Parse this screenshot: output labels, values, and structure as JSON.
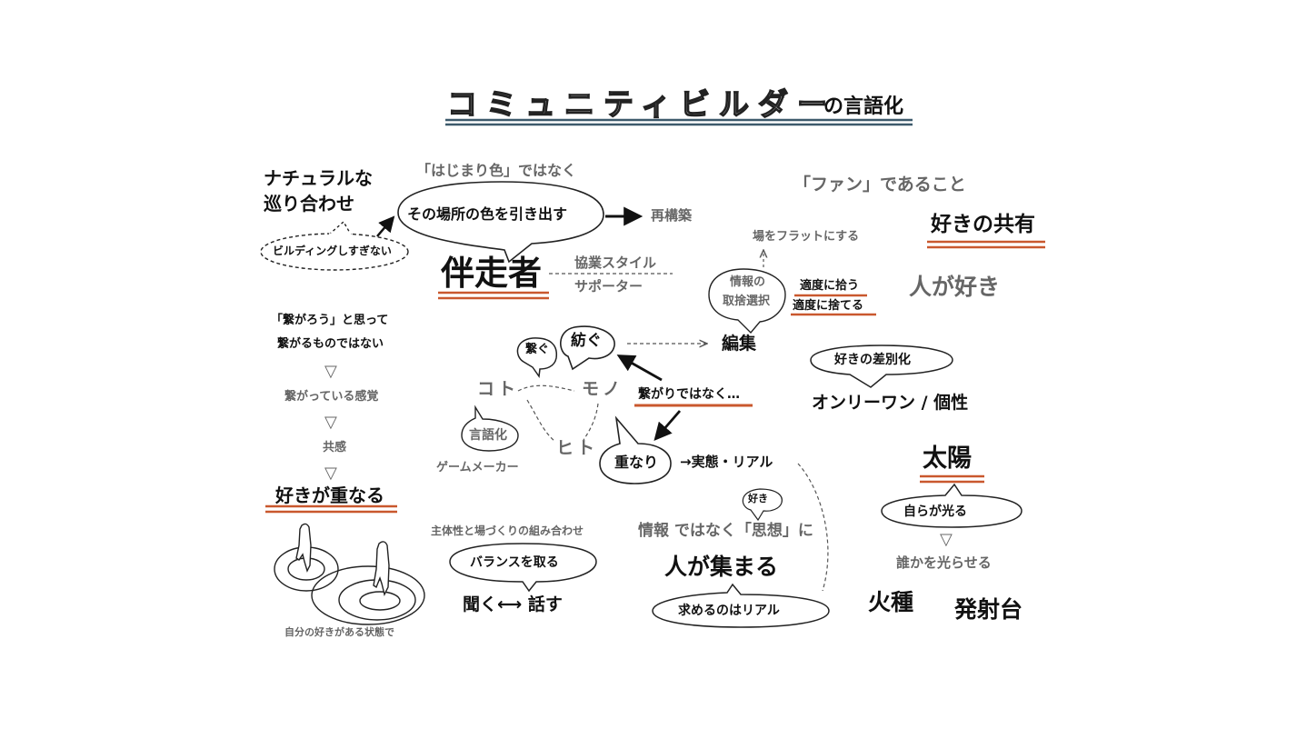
{
  "title": {
    "main": "コミュニティビルダー",
    "suffix": "の言語化"
  },
  "colors": {
    "accent_orange": "#c9582e",
    "title_underline": "#3d5a6c",
    "text_dark": "#111111",
    "text_gray": "#666666"
  },
  "left": {
    "natural1": "ナチュラルな",
    "natural2": "巡り合わせ",
    "building": "ビルディングしすぎない",
    "tsunagaro1": "「繋がろう」と思って",
    "tsunagaro2": "繋がるものではない",
    "tri1": "▽",
    "kankaku": "繋がっている感覚",
    "tri2": "▽",
    "kyoukan": "共感",
    "tri3": "▽",
    "suki_kasanaru": "好きが重なる",
    "jibun": "自分の好きがある状態で"
  },
  "center": {
    "hajimari": "「はじまり色」ではなく",
    "basho": "その場所の色を引き出す",
    "saikouchiku": "再構築",
    "bansousha": "伴走者",
    "kyougyou": "協業スタイル",
    "supporter": "サポーター",
    "tsunagu_small": "繋ぐ",
    "tsumugu": "紡ぐ",
    "henshu": "編集",
    "koto": "コト",
    "mono": "モノ",
    "hito": "ヒト",
    "gengoka": "言語化",
    "game": "ゲームメーカー",
    "tsunagari": "繋がりではなく…",
    "kasanari": "重なり",
    "jittai": "→実態・リアル",
    "shutaisei": "主体性と場づくりの組み合わせ",
    "balance": "バランスを取る",
    "kiku_hanasu": "聞く⟷ 話す",
    "suki_small": "好き",
    "jouhou_shisou": "情報 ではなく「思想」に",
    "hito_atsumaru": "人が集まる",
    "motomeru": "求めるのはリアル"
  },
  "right": {
    "fan": "「ファン」であること",
    "suki_kyouyuu": "好きの共有",
    "ba_flat": "場をフラットにする",
    "jouhou1": "情報の",
    "jouhou2": "取捨選択",
    "tekido_hirou": "適度に拾う",
    "tekido_suteru": "適度に捨てる",
    "hito_suki": "人が好き",
    "suki_sabetsuka": "好きの差別化",
    "onlyone": "オンリーワン / 個性",
    "taiyou": "太陽",
    "mizukara": "自らが光る",
    "tri": "▽",
    "dareka": "誰かを光らせる",
    "hidane": "火種",
    "hassha": "発射台"
  }
}
